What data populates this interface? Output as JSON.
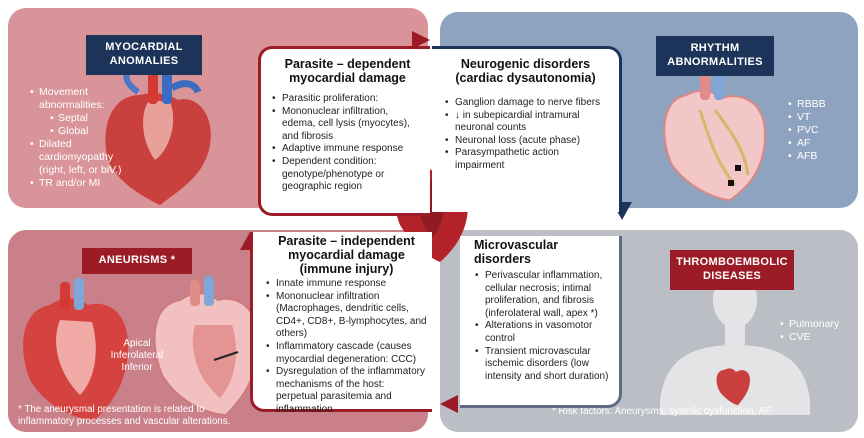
{
  "myocardial": {
    "title": "MYOCARDIAL ANOMALIES",
    "items": [
      {
        "text": "Movement abnormalities:",
        "sub": false
      },
      {
        "text": "Septal",
        "sub": true
      },
      {
        "text": "Global",
        "sub": true
      },
      {
        "text": "Dilated cardiomyopathy (right, left, or biV.)",
        "sub": false
      },
      {
        "text": "TR and/or MI",
        "sub": false
      }
    ]
  },
  "rhythm": {
    "title": "RHYTHM ABNORMALITIES",
    "items": [
      "RBBB",
      "VT",
      "PVC",
      "AF",
      "AFB"
    ]
  },
  "aneurisms": {
    "title": "ANEURISMS *",
    "label": "Apical Inferolateral Inferior",
    "note": "* The aneurysmal presentation is related to inflammatory processes and vascular alterations."
  },
  "thrombo": {
    "title": "THROMBOEMBOLIC DISEASES",
    "items": [
      "Pulmonary",
      "CVE"
    ],
    "note": "* Risk factors: Aneurysms, systolic dysfunction, AF"
  },
  "card_parasite_dependent": {
    "title": "Parasite – dependent myocardial damage",
    "items": [
      "Parasitic proliferation:",
      "Mononuclear infiltration, edema, cell lysis (myocytes), and fibrosis",
      "Adaptive immune response",
      "Dependent condition: genotype/phenotype or geographic region"
    ]
  },
  "card_neurogenic": {
    "title": "Neurogenic disorders (cardiac dysautonomia)",
    "items": [
      "Ganglion damage to nerve fibers",
      "↓ in subepicardial intramural neuronal counts",
      "Neuronal loss (acute phase)",
      "Parasympathetic action impairment"
    ]
  },
  "card_parasite_independent": {
    "title": "Parasite – independent myocardial damage (immune injury)",
    "items": [
      "Innate immune response",
      "Mononuclear infiltration (Macrophages, dendritic cells, CD4+, CD8+, B-lymphocytes, and others)",
      "Inflammatory cascade (causes myocardial degeneration: CCC)",
      "Dysregulation of the inflammatory mechanisms of the host: perpetual parasitemia and inflammation"
    ]
  },
  "card_microvascular": {
    "title": "Microvascular disorders",
    "items": [
      "Perivascular inflammation, cellular necrosis; intimal proliferation, and fibrosis (inferolateral wall, apex *)",
      "Alterations in vasomotor control",
      "Transient microvascular ischemic disorders (low intensity and short duration)"
    ]
  }
}
